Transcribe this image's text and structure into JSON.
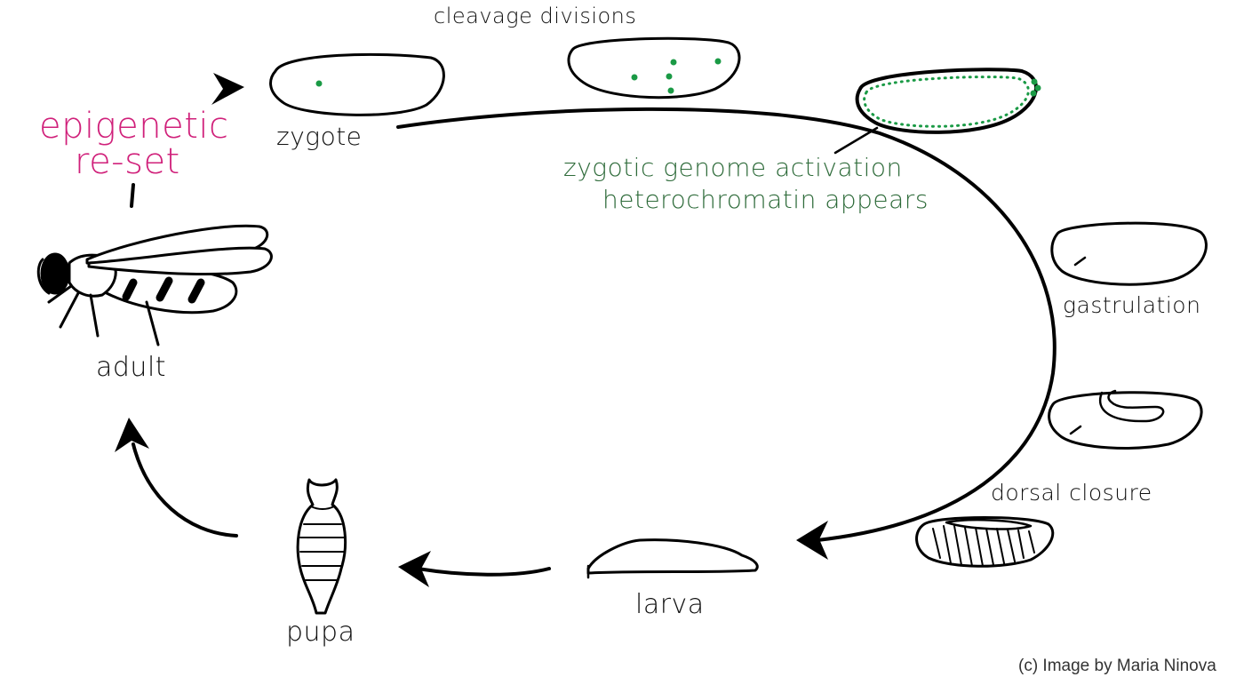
{
  "labels": {
    "cleavage": "cleavage divisions",
    "zygote": "zygote",
    "zga_line1": "zygotic genome activation",
    "zga_line2": "heterochromatin appears",
    "epigenetic_line1": "epigenetic",
    "epigenetic_line2": "re-set",
    "gastrulation": "gastrulation",
    "dorsal_closure": "dorsal closure",
    "adult": "adult",
    "larva": "larva",
    "pupa": "pupa"
  },
  "credit": "(c) Image by Maria Ninova",
  "colors": {
    "line": "#000000",
    "dots": "#1a9a45",
    "zga_text": "#2e6b3a",
    "epigenetic_text": "#d0207a"
  }
}
